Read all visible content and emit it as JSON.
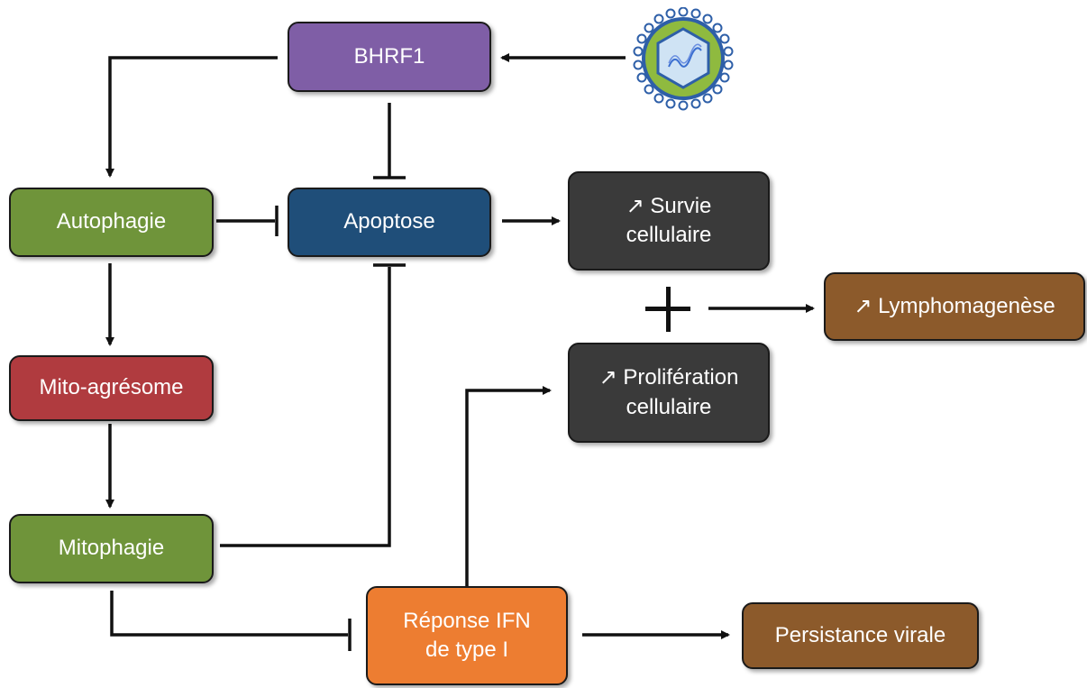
{
  "nodes": {
    "bhrf1": {
      "label": "BHRF1",
      "color": "#7f5ea6"
    },
    "autophagie": {
      "label": "Autophagie",
      "color": "#6f943a"
    },
    "apoptose": {
      "label": "Apoptose",
      "color": "#1f4e79"
    },
    "survie": {
      "line1": "↗ Survie",
      "line2": "cellulaire",
      "color": "#3a3a3a"
    },
    "lymphomagenese": {
      "label": "↗  Lymphomagenèse",
      "color": "#8c5a2b"
    },
    "proliferation": {
      "line1": "↗ Prolifération",
      "line2": "cellulaire",
      "color": "#3a3a3a"
    },
    "mito_agresome": {
      "label": "Mito-agrésome",
      "color": "#b03b3f"
    },
    "mitophagie": {
      "label": "Mitophagie",
      "color": "#6f943a"
    },
    "reponse_ifn": {
      "line1": "Réponse IFN",
      "line2": "de type I",
      "color": "#ed7d31"
    },
    "persistance": {
      "label": "Persistance virale",
      "color": "#8c5a2b"
    }
  },
  "symbols": {
    "combine": "plus-icon",
    "virus": "virus-icon"
  },
  "edges": [
    {
      "from": "virus",
      "to": "bhrf1",
      "type": "activation"
    },
    {
      "from": "bhrf1",
      "to": "autophagie",
      "type": "activation"
    },
    {
      "from": "bhrf1",
      "to": "apoptose",
      "type": "inhibition"
    },
    {
      "from": "autophagie",
      "to": "apoptose",
      "type": "inhibition"
    },
    {
      "from": "apoptose",
      "to": "survie",
      "type": "activation"
    },
    {
      "from": "autophagie",
      "to": "mito_agresome",
      "type": "activation"
    },
    {
      "from": "mito_agresome",
      "to": "mitophagie",
      "type": "activation"
    },
    {
      "from": "mitophagie",
      "to": "apoptose",
      "type": "inhibition"
    },
    {
      "from": "mitophagie",
      "to": "reponse_ifn",
      "type": "inhibition"
    },
    {
      "from": "reponse_ifn",
      "to": "proliferation",
      "type": "activation"
    },
    {
      "from": "reponse_ifn",
      "to": "persistance",
      "type": "activation"
    },
    {
      "from": "survie+proliferation",
      "to": "lymphomagenese",
      "type": "activation"
    }
  ]
}
